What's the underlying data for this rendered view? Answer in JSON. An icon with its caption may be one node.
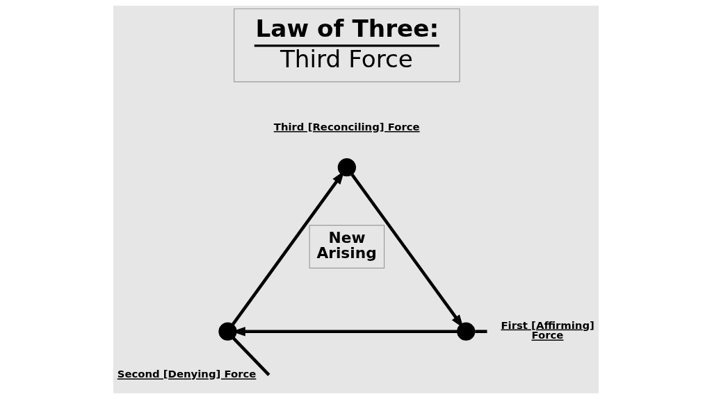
{
  "diagram": {
    "nodes": [
      {
        "text": [
          "Law of Three:",
          "Third Force"
        ]
      },
      {
        "text": [],
        "shape": "circle",
        "beside": [
          "Third [Reconciling] Force"
        ]
      },
      {
        "text": [
          "New Arising"
        ]
      },
      {
        "text": [],
        "shape": "circle",
        "beside": [
          "First [Affirming] Force"
        ]
      },
      {
        "text": [],
        "shape": "circle",
        "beside": [
          "Second [Denying] Force"
        ]
      }
    ],
    "edges": [
      {
        "from": 4,
        "to": 1,
        "arrow": "to"
      },
      {
        "from": 1,
        "to": 3,
        "arrow": "to"
      },
      {
        "from": 3,
        "to": 4,
        "arrow": "to"
      },
      {
        "from": 4,
        "to": null,
        "arrow": "none"
      },
      {
        "from": 3,
        "to": null,
        "arrow": "none"
      }
    ]
  }
}
